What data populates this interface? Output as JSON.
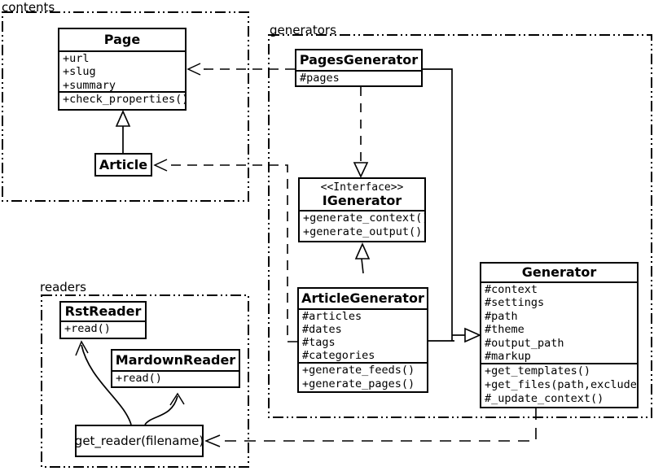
{
  "packages": {
    "contents": {
      "label": "contents"
    },
    "generators": {
      "label": "generators"
    },
    "readers": {
      "label": "readers"
    }
  },
  "classes": {
    "page": {
      "name": "Page",
      "attributes": [
        "+url",
        "+slug",
        "+summary"
      ],
      "methods": [
        "+check_properties()"
      ]
    },
    "article": {
      "name": "Article"
    },
    "pages_generator": {
      "name": "PagesGenerator",
      "attributes": [
        "#pages"
      ]
    },
    "igenerator": {
      "stereotype": "<<Interface>>",
      "name": "IGenerator",
      "methods": [
        "+generate_context()",
        "+generate_output()"
      ]
    },
    "article_generator": {
      "name": "ArticleGenerator",
      "attributes": [
        "#articles",
        "#dates",
        "#tags",
        "#categories"
      ],
      "methods": [
        "+generate_feeds()",
        "+generate_pages()"
      ]
    },
    "generator": {
      "name": "Generator",
      "attributes": [
        "#context",
        "#settings",
        "#path",
        "#theme",
        "#output_path",
        "#markup"
      ],
      "methods": [
        "+get_templates()",
        "+get_files(path,exclude)",
        "#_update_context()"
      ]
    },
    "rst_reader": {
      "name": "RstReader",
      "methods": [
        "+read()"
      ]
    },
    "mardown_reader": {
      "name": "MardownReader",
      "methods": [
        "+read()"
      ]
    },
    "get_reader": {
      "label": "get_reader(filename)"
    }
  },
  "relationships": [
    {
      "type": "inheritance",
      "from": "Article",
      "to": "Page"
    },
    {
      "type": "realization",
      "from": "PagesGenerator",
      "to": "IGenerator"
    },
    {
      "type": "realization",
      "from": "ArticleGenerator",
      "to": "IGenerator"
    },
    {
      "type": "inheritance",
      "from": "PagesGenerator",
      "to": "Generator"
    },
    {
      "type": "inheritance",
      "from": "ArticleGenerator",
      "to": "Generator"
    },
    {
      "type": "dependency",
      "from": "PagesGenerator",
      "to": "Page"
    },
    {
      "type": "dependency",
      "from": "ArticleGenerator",
      "to": "Article"
    },
    {
      "type": "dependency",
      "from": "Generator",
      "to": "get_reader(filename)"
    },
    {
      "type": "call",
      "from": "get_reader(filename)",
      "to": "RstReader"
    },
    {
      "type": "call",
      "from": "get_reader(filename)",
      "to": "MardownReader"
    }
  ],
  "colors": {
    "line": "#000000",
    "background": "#ffffff",
    "box_fill": "#ffffff"
  }
}
